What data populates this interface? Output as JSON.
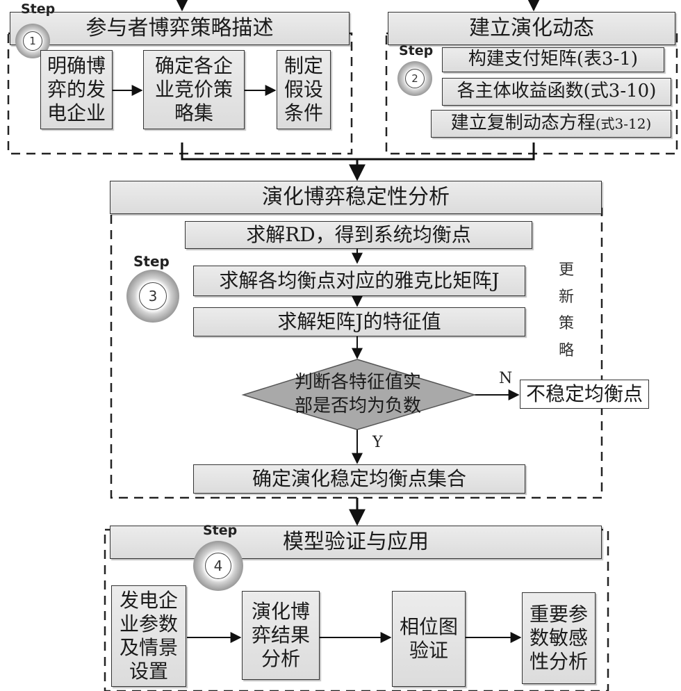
{
  "step_label": "Step",
  "section1": {
    "title": "参与者博弈策略描述",
    "badge": "1",
    "box_a": "明确博\n弈的发\n电企业",
    "box_b": "确定各企\n业竞价策\n略集",
    "box_c": "制定\n假设\n条件"
  },
  "section2": {
    "title": "建立演化动态",
    "badge": "2",
    "item1": "构建支付矩阵(表3-1)",
    "item2": "各主体收益函数(式3-10)",
    "item3_main": "建立复制动态方程",
    "item3_ref": "(式3-12)"
  },
  "section3": {
    "title": "演化博弈稳定性分析",
    "badge": "3",
    "step1": "求解RD，得到系统均衡点",
    "step2": "求解各均衡点对应的雅克比矩阵J",
    "step3": "求解矩阵J的特征值",
    "decision": "判断各特征值实\n部是否均为负数",
    "no_label": "N",
    "yes_label": "Y",
    "unstable": "不稳定均衡点",
    "result": "确定演化稳定均衡点集合",
    "side_note": "更\n新\n策\n略"
  },
  "section4": {
    "title": "模型验证与应用",
    "badge": "4",
    "box_a": "发电企\n业参数\n及情景\n设置",
    "box_b": "演化博\n弈结果\n分析",
    "box_c": "相位图\n验证",
    "box_d": "重要参\n数敏感\n性分析"
  },
  "colors": {
    "box_fill": "#e2e2e2",
    "line": "#111111",
    "dashed_border": "#222222",
    "decision_fill": "#a9a9a9"
  }
}
